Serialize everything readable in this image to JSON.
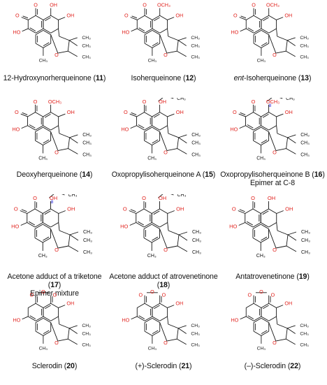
{
  "compounds": [
    {
      "name": "12-Hydroxynorherqueinone",
      "number": "11",
      "note": "",
      "italic_prefix": ""
    },
    {
      "name": "Isoherqueinone",
      "number": "12",
      "note": "",
      "italic_prefix": ""
    },
    {
      "name": "-Isoherqueinone",
      "number": "13",
      "note": "",
      "italic_prefix": "ent"
    },
    {
      "name": "Deoxyherqueinone",
      "number": "14",
      "note": "",
      "italic_prefix": ""
    },
    {
      "name": "Oxopropylisoherqueinone A",
      "number": "15",
      "note": "",
      "italic_prefix": ""
    },
    {
      "name": "Oxopropylisoherqueinone B",
      "number": "16",
      "note": "Epimer at C-8",
      "italic_prefix": ""
    },
    {
      "name": "Acetone adduct of a triketone",
      "number": "17",
      "note": "Epimer mixture",
      "italic_prefix": ""
    },
    {
      "name": "Acetone adduct of atrovenetinone",
      "number": "18",
      "note": "",
      "italic_prefix": ""
    },
    {
      "name": "Antatrovenetinone",
      "number": "19",
      "note": "",
      "italic_prefix": ""
    },
    {
      "name": "Sclerodin",
      "number": "20",
      "note": "",
      "italic_prefix": ""
    },
    {
      "name": "(+)-Sclerodin",
      "number": "21",
      "note": "",
      "italic_prefix": ""
    },
    {
      "name": "(–)-Sclerodin",
      "number": "22",
      "note": "",
      "italic_prefix": ""
    }
  ],
  "atom_labels": {
    "OH": "OH",
    "O": "O",
    "OCH3": "OCH₃",
    "CH3": "CH₃",
    "HO": "HO",
    "C8": "8"
  },
  "colors": {
    "heteroatom": "#e0201b",
    "bond": "#111111",
    "locant": "#1a1ad6"
  }
}
